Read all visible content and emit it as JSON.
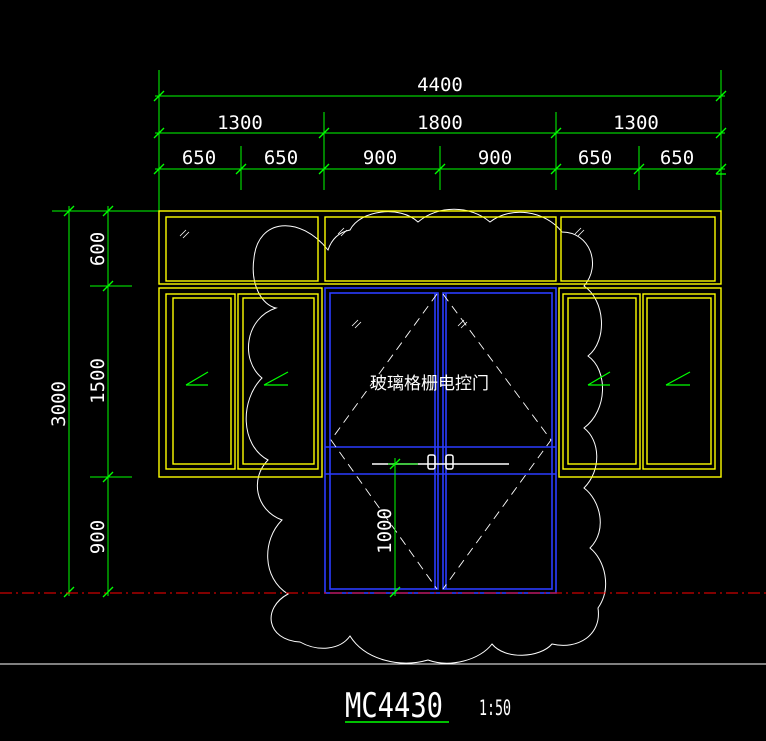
{
  "drawing": {
    "label": "MC4430",
    "scale": "1:50",
    "door_note": "玻璃格栅电控门"
  },
  "dimensions": {
    "overall_width": "4400",
    "top_segments": [
      "1300",
      "1800",
      "1300"
    ],
    "sub_segments": [
      "650",
      "650",
      "900",
      "900",
      "650",
      "650"
    ],
    "overall_height": "3000",
    "height_segments": [
      "600",
      "1500",
      "900"
    ],
    "door_handle_height": "1000"
  },
  "colors": {
    "background": "#000000",
    "dimension_lines": "#00ff00",
    "window_frame": "#ffff00",
    "door_frame": "#2a3cff",
    "outline": "#ffffff",
    "ground_line": "#ff0000"
  }
}
